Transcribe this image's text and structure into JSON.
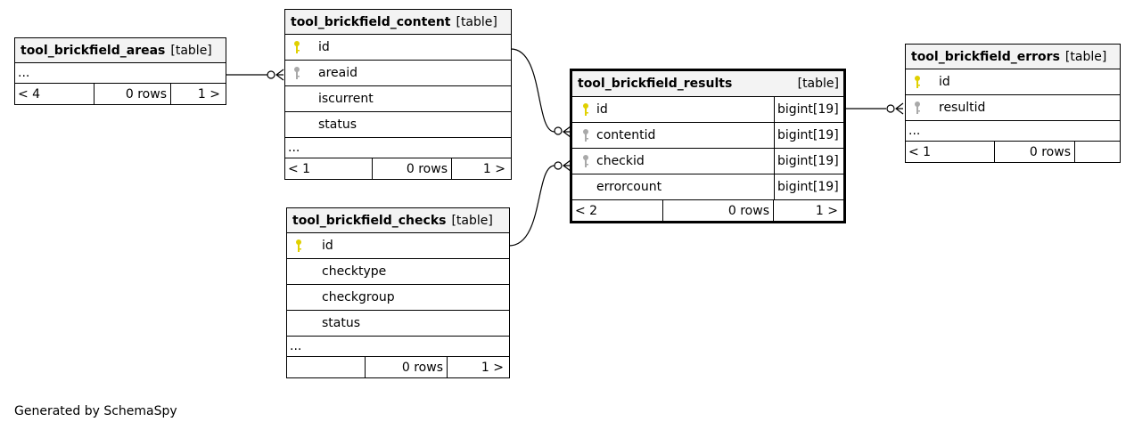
{
  "footer": {
    "generated_by": "Generated by SchemaSpy"
  },
  "tables": {
    "areas": {
      "name": "tool_brickfield_areas",
      "kind": "[table]",
      "ellipsis": "...",
      "footer": {
        "parents": "< 4",
        "rows": "0 rows",
        "children": "1 >"
      }
    },
    "content": {
      "name": "tool_brickfield_content",
      "kind": "[table]",
      "columns": [
        "id",
        "areaid",
        "iscurrent",
        "status"
      ],
      "ellipsis": "...",
      "footer": {
        "parents": "< 1",
        "rows": "0 rows",
        "children": "1 >"
      }
    },
    "checks": {
      "name": "tool_brickfield_checks",
      "kind": "[table]",
      "columns": [
        "id",
        "checktype",
        "checkgroup",
        "status"
      ],
      "ellipsis": "...",
      "footer": {
        "parents": "",
        "rows": "0 rows",
        "children": "1 >"
      }
    },
    "results": {
      "name": "tool_brickfield_results",
      "kind": "[table]",
      "columns": [
        {
          "name": "id",
          "type": "bigint[19]"
        },
        {
          "name": "contentid",
          "type": "bigint[19]"
        },
        {
          "name": "checkid",
          "type": "bigint[19]"
        },
        {
          "name": "errorcount",
          "type": "bigint[19]"
        }
      ],
      "footer": {
        "parents": "< 2",
        "rows": "0 rows",
        "children": "1 >"
      }
    },
    "errors": {
      "name": "tool_brickfield_errors",
      "kind": "[table]",
      "columns": [
        "id",
        "resultid"
      ],
      "ellipsis": "...",
      "footer": {
        "parents": "< 1",
        "rows": "0 rows",
        "children": ""
      }
    }
  },
  "key_colors": {
    "primary": "#e0d000",
    "foreign": "#a9a9a9"
  }
}
